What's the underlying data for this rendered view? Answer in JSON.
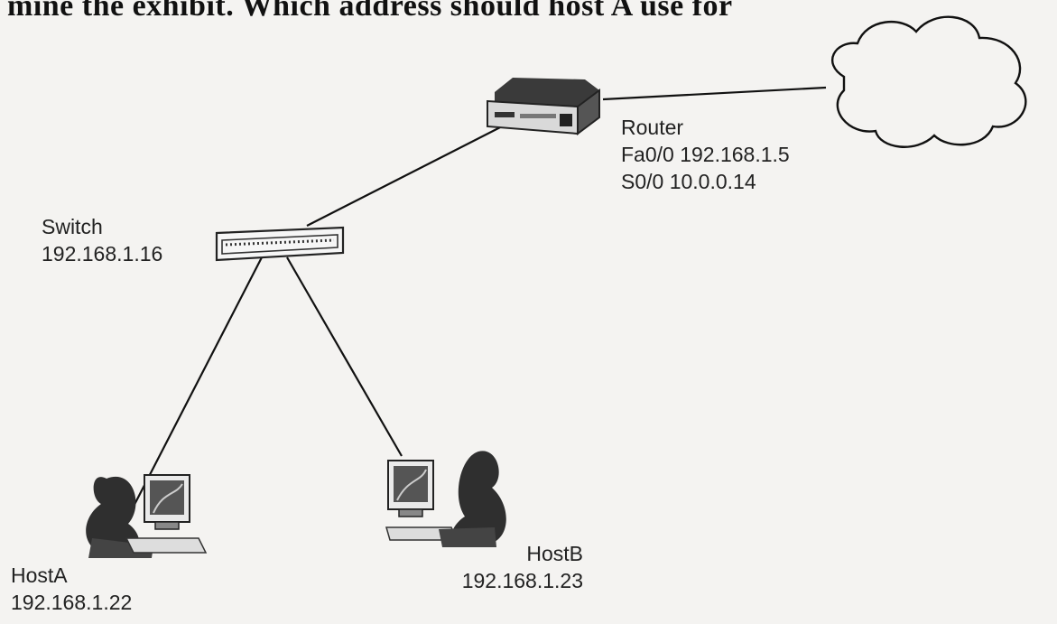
{
  "question_text": "mine the exhibit. Which address should host A use for",
  "devices": {
    "router": {
      "name": "Router",
      "interface_fa": "Fa0/0 192.168.1.5",
      "interface_s": "S0/0 10.0.0.14",
      "icon": "router-icon"
    },
    "switch": {
      "name": "Switch",
      "ip": "192.168.1.16",
      "icon": "switch-icon"
    },
    "hostA": {
      "name": "HostA",
      "ip": "192.168.1.22",
      "icon": "workstation-user-icon"
    },
    "hostB": {
      "name": "HostB",
      "ip": "192.168.1.23",
      "icon": "workstation-user-icon"
    },
    "cloud": {
      "icon": "cloud-icon"
    }
  }
}
